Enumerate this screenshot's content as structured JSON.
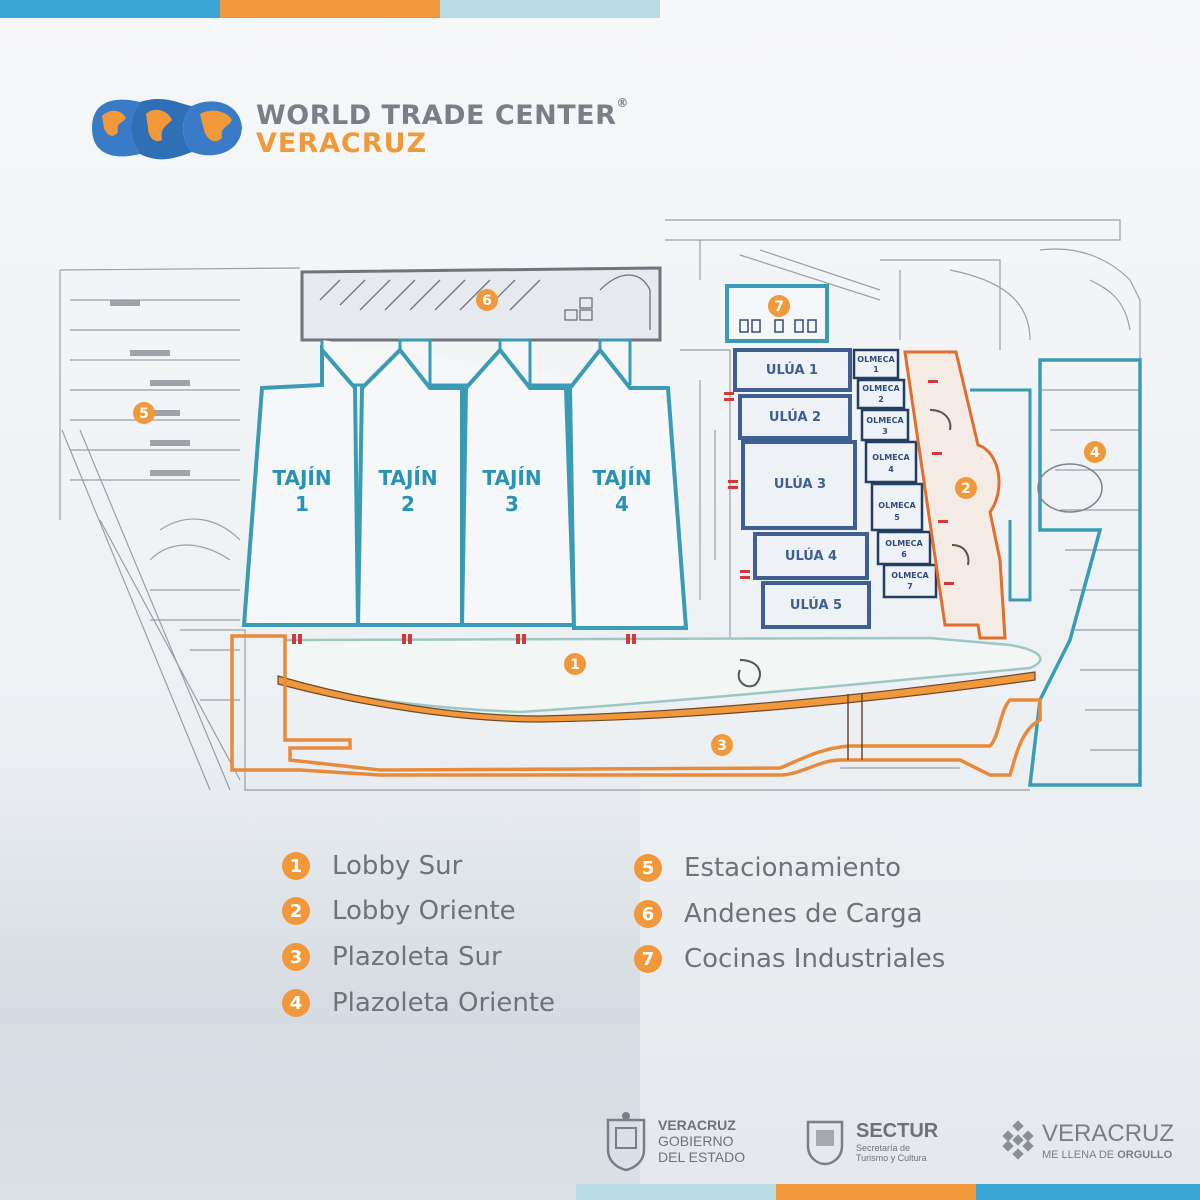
{
  "header": {
    "title": "WORLD TRADE CENTER",
    "title_mark": "®",
    "subtitle": "VERACRUZ"
  },
  "map": {
    "halls": {
      "tajin": [
        {
          "line1": "TAJÍN",
          "line2": "1"
        },
        {
          "line1": "TAJÍN",
          "line2": "2"
        },
        {
          "line1": "TAJÍN",
          "line2": "3"
        },
        {
          "line1": "TAJÍN",
          "line2": "4"
        }
      ],
      "ulua": [
        "ULÚA 1",
        "ULÚA 2",
        "ULÚA 3",
        "ULÚA 4",
        "ULÚA 5"
      ],
      "olmeca": [
        {
          "line1": "OLMECA",
          "line2": "1"
        },
        {
          "line1": "OLMECA",
          "line2": "2"
        },
        {
          "line1": "OLMECA",
          "line2": "3"
        },
        {
          "line1": "OLMECA",
          "line2": "4"
        },
        {
          "line1": "OLMECA",
          "line2": "5"
        },
        {
          "line1": "OLMECA",
          "line2": "6"
        },
        {
          "line1": "OLMECA",
          "line2": "7"
        }
      ]
    },
    "markers": [
      "1",
      "2",
      "3",
      "4",
      "5",
      "6",
      "7"
    ]
  },
  "legend": [
    {
      "num": "1",
      "label": "Lobby  Sur"
    },
    {
      "num": "2",
      "label": "Lobby Oriente"
    },
    {
      "num": "3",
      "label": "Plazoleta Sur"
    },
    {
      "num": "4",
      "label": "Plazoleta Oriente"
    },
    {
      "num": "5",
      "label": "Estacionamiento"
    },
    {
      "num": "6",
      "label": "Andenes de Carga"
    },
    {
      "num": "7",
      "label": "Cocinas Industriales"
    }
  ],
  "footer": {
    "gov": {
      "line1": "VERACRUZ",
      "line2": "GOBIERNO",
      "line3": "DEL ESTADO"
    },
    "sectur": {
      "name": "SECTUR",
      "line1": "Secretaría de",
      "line2": "Turismo y Cultura"
    },
    "brand": {
      "name": "VERACRUZ",
      "tag_a": "ME LLENA DE ",
      "tag_b": "ORGULLO"
    }
  },
  "colors": {
    "accent_orange": "#f0983a",
    "hall_blue": "#3a9bb5",
    "hall_navy": "#2e4d7a",
    "text_grey": "#6f7378",
    "strip_blue": "#3aa6d8",
    "strip_light": "#b9dbe2"
  }
}
